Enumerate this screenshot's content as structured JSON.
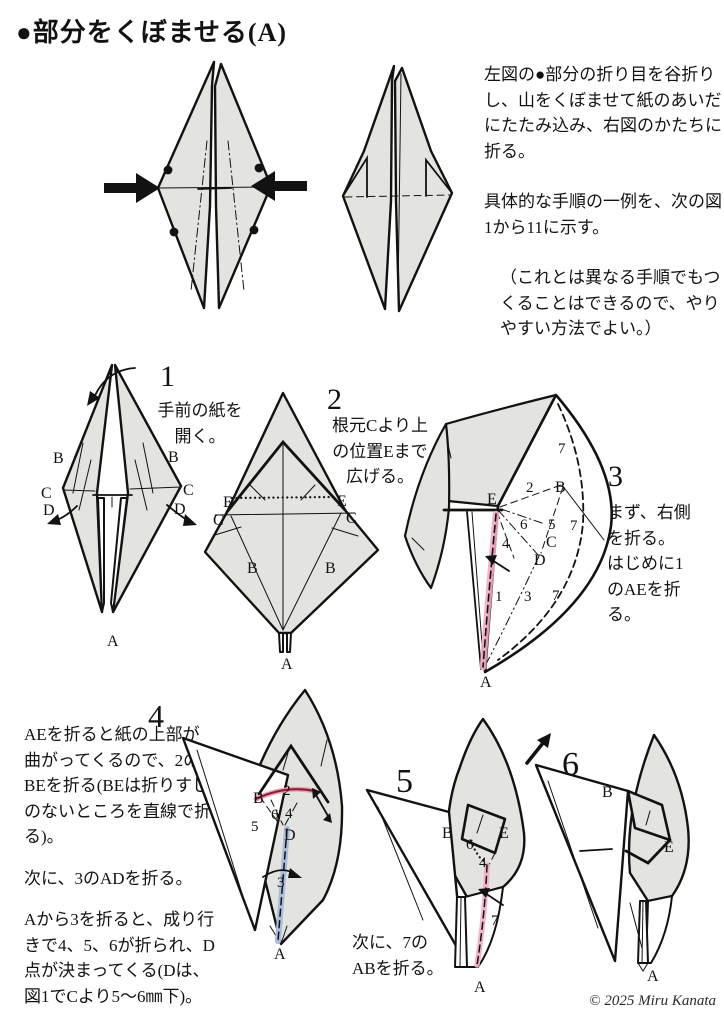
{
  "title": "●部分をくぼませる(A)",
  "intro": {
    "para1": "左図の●部分の折り目を谷折りし、山をくぼませて紙のあいだにたたみ込み、右図のかたちに折る。",
    "para2": "具体的な手順の一例を、次の図1から11に示す。",
    "para3": "（これとは異なる手順でもつくることはできるので、やりやすい方法でよい。）"
  },
  "steps": {
    "s1": {
      "num": "1",
      "caption": [
        "手前の紙を",
        "開く。"
      ]
    },
    "s2": {
      "num": "2",
      "caption": [
        "根元Cより上",
        "の位置Eまで",
        "広げる。"
      ]
    },
    "s3": {
      "num": "3",
      "caption": [
        "まず、右側",
        "を折る。",
        "はじめに1",
        "のAEを折",
        "る。"
      ]
    },
    "s4": {
      "num": "4",
      "para1": "AEを折ると紙の上部が曲がってくるので、2のBEを折る(BEは折りすじのないところを直線で折る)。",
      "para2": "次に、3のADを折る。",
      "para3": "Aから3を折ると、成り行きで4、5、6が折られ、D点が決まってくる(Dは、図1でCより5〜6㎜下)。"
    },
    "s5": {
      "num": "5",
      "caption": [
        "次に、7の",
        "ABを折る。"
      ]
    },
    "s6": {
      "num": "6"
    }
  },
  "points": {
    "A": "A",
    "B": "B",
    "C": "C",
    "D": "D",
    "E": "E"
  },
  "folds": {
    "n1": "1",
    "n2": "2",
    "n3": "3",
    "n4": "4",
    "n5": "5",
    "n6": "6",
    "n7": "7"
  },
  "copyright": "© 2025 Miru Kanata",
  "colors": {
    "paper": "#e3e3e0",
    "ink": "#121212",
    "highlight_pink": "#f5abc2",
    "highlight_blue": "#a8bddb"
  }
}
